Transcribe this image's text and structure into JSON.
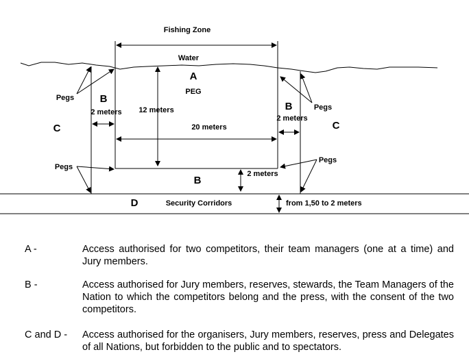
{
  "diagram": {
    "title": "Fishing Zone",
    "water": "Water",
    "zone_a": "A",
    "peg": "PEG",
    "zone_b_left": "B",
    "zone_b_right": "B",
    "zone_b_bottom": "B",
    "zone_c_left": "C",
    "zone_c_right": "C",
    "zone_d": "D",
    "pegs_top_left": "Pegs",
    "pegs_bottom_left": "Pegs",
    "pegs_top_right": "Pegs",
    "pegs_bottom_right": "Pegs",
    "dim_2m_left": "2 meters",
    "dim_2m_right": "2 meters",
    "dim_2m_bottom": "2 meters",
    "dim_12m": "12 meters",
    "dim_20m": "20 meters",
    "security_corridors": "Security Corridors",
    "corridor_width": "from 1,50 to 2 meters"
  },
  "legend": [
    {
      "key": "A -",
      "text": "Access authorised for two competitors, their team managers (one at a time) and Jury members."
    },
    {
      "key": "B -",
      "text": "Access authorised for Jury members, reserves, stewards, the Team Managers of the Nation to which the competitors belong and the press, with the consent of the two competitors."
    },
    {
      "key": "C and D -",
      "text": "Access authorised for the organisers, Jury members, reserves, press and Delegates of all Nations, but forbidden to the public and to spectators."
    }
  ]
}
